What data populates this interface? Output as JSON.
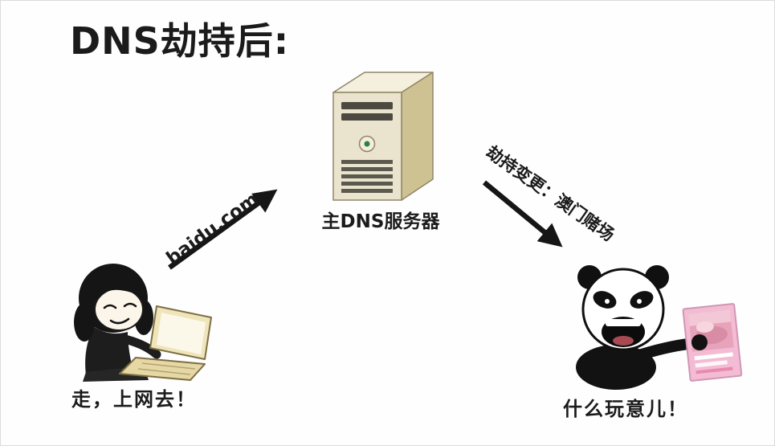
{
  "page": {
    "title": "DNS劫持后:"
  },
  "colors": {
    "ink": "#1b1b1b",
    "server_top": "#f5f0dd",
    "server_front": "#eae3cd",
    "server_side": "#cec293",
    "led_green": "#2e7d4f",
    "laptop_beige": "#efe5ba",
    "magazine_pink": "#f3bcd4"
  },
  "diagram": {
    "server": {
      "label": "主DNS服务器",
      "icon": "server-tower-icon"
    },
    "request_arrow": {
      "label": "baidu.com",
      "icon": "arrow-up-right-icon"
    },
    "hijack_arrow": {
      "label": "劫持变更：澳门赌场",
      "icon": "arrow-down-right-icon"
    },
    "user": {
      "caption": "走，上网去！",
      "icon": "girl-with-laptop-meme-icon"
    },
    "result": {
      "caption": "什么玩意儿！",
      "icon": "panda-face-meme-icon"
    }
  }
}
